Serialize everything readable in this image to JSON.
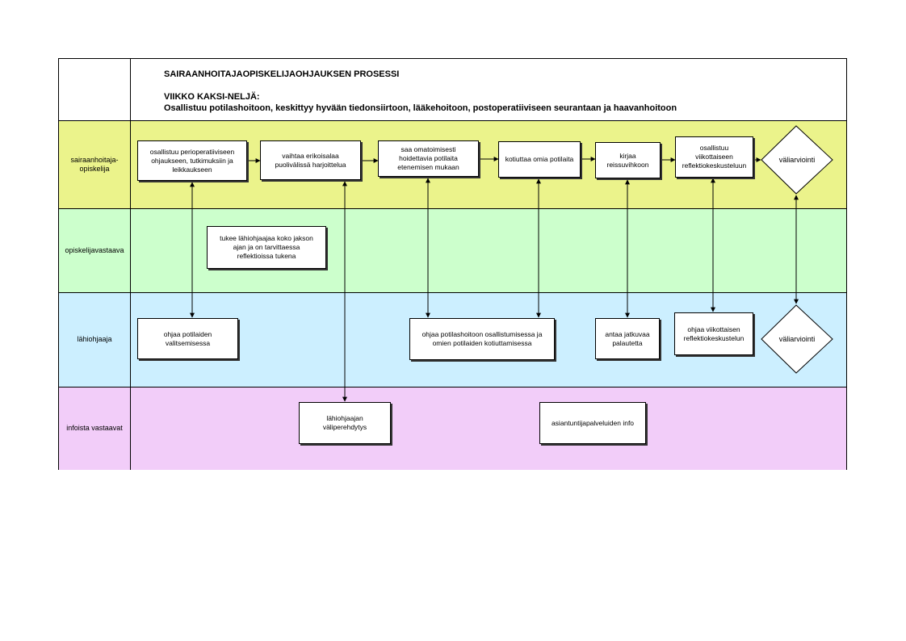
{
  "header": {
    "title": "SAIRAANHOITAJAOPISKELIJAOHJAUKSEN PROSESSI",
    "subtitle": "VIIKKO KAKSI-NELJÄ:",
    "description": "Osallistuu potilashoitoon, keskittyy hyvään tiedonsiirtoon, lääkehoitoon, postoperatiiviseen seurantaan ja haavanhoitoon"
  },
  "lanes": {
    "student": "sairaanhoitaja-\nopiskelija",
    "responsible": "opiskelijavastaava",
    "supervisor": "lähiohjaaja",
    "info": "infoista vastaavat"
  },
  "student_steps": [
    "osallistuu perioperatiiviseen\nohjaukseen, tutkimuksiin ja\nleikkaukseen",
    "vaihtaa erikoisalaa\npuolivälissä harjoittelua",
    "saa omatoimisesti\nhoidettavia potilaita\netenemisen mukaan",
    "kotiuttaa omia potilaita",
    "kirjaa\nreissuvihkoon",
    "osallistuu\nviikottaiseen\nreflektiokeskusteluun"
  ],
  "student_decision": "väliarviointi",
  "responsible_box": "tukee lähiohjaajaa koko jakson\najan ja on tarvittaessa\nreflektioissa tukena",
  "supervisor_boxes": [
    "ohjaa potilaiden\nvalitsemisessa",
    "ohjaa potilashoitoon osallistumisessa ja\nomien potilaiden kotiuttamisessa",
    "antaa jatkuvaa\npalautetta",
    "ohjaa viikottaisen\nreflektiokeskustelun"
  ],
  "supervisor_decision": "väliarviointi",
  "info_boxes": [
    "lähiohjaajan\nväliperehdytys",
    "asiantuntijapalveluiden info"
  ]
}
